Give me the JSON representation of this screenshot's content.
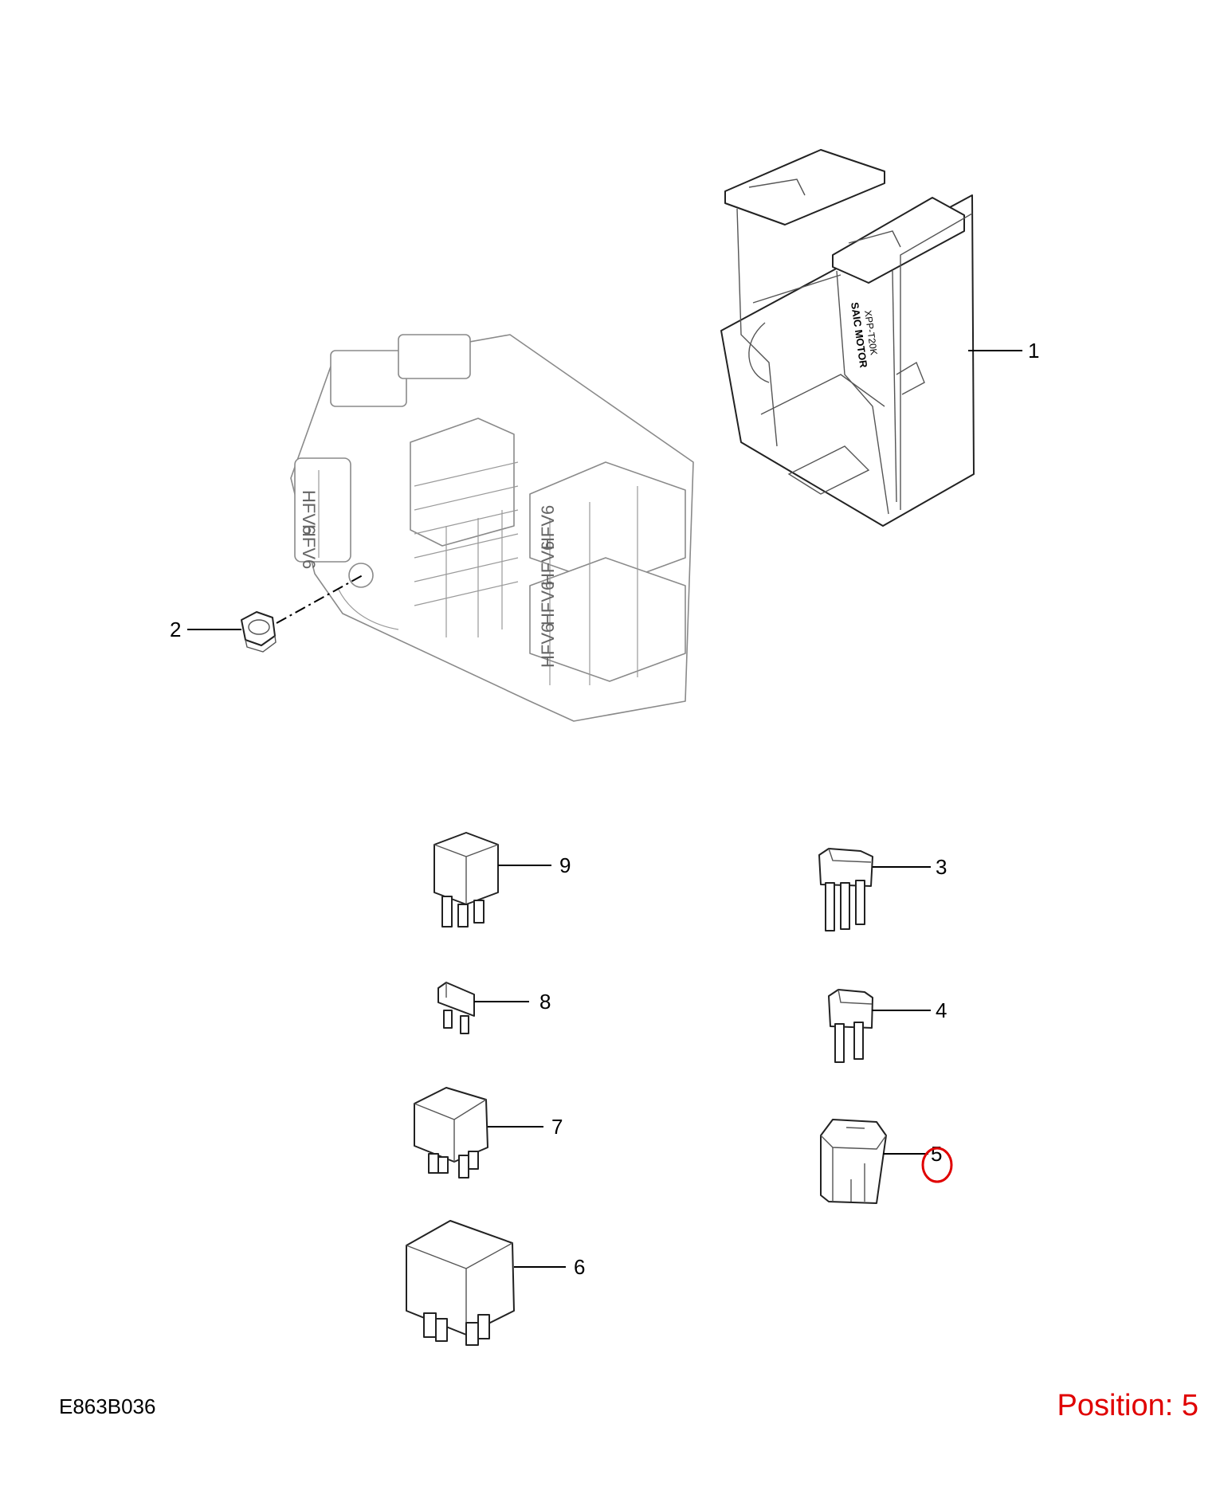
{
  "callouts": [
    {
      "id": "1",
      "label": "1"
    },
    {
      "id": "2",
      "label": "2"
    },
    {
      "id": "3",
      "label": "3"
    },
    {
      "id": "4",
      "label": "4"
    },
    {
      "id": "5",
      "label": "5"
    },
    {
      "id": "6",
      "label": "6"
    },
    {
      "id": "7",
      "label": "7"
    },
    {
      "id": "8",
      "label": "8"
    },
    {
      "id": "9",
      "label": "9"
    }
  ],
  "housing_marking": {
    "line1": "SAIC MOTOR",
    "line2": "XPP-T20K"
  },
  "relay_marking": "HFV6",
  "drawing_id": "E863B036",
  "position_readout": "Position: 5",
  "selected_callout": "5",
  "highlight_color": "#e00000"
}
